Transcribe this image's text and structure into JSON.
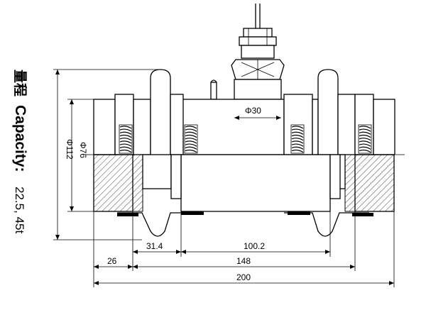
{
  "caption": {
    "chinese": "量程",
    "label": "Capacity:",
    "value": "22.5, 45t"
  },
  "dimensions": {
    "d30": "Φ30",
    "d76": "Φ76",
    "d112": "Φ112",
    "len_31_4": "31.4",
    "len_100_2": "100.2",
    "len_26": "26",
    "len_148": "148",
    "len_200": "200"
  }
}
